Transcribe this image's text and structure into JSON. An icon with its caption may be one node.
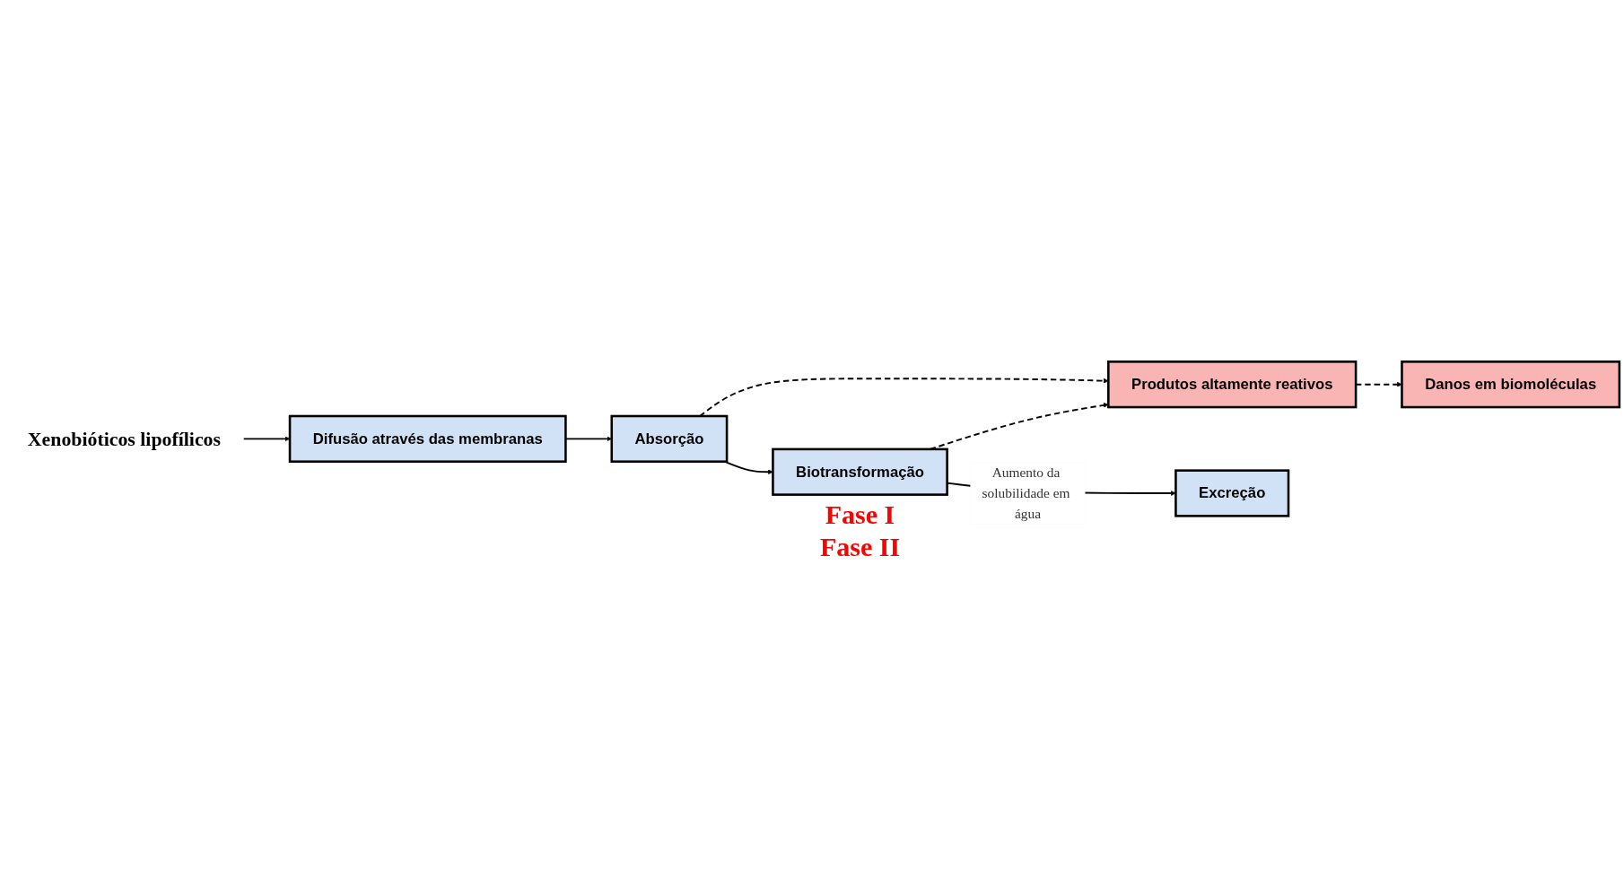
{
  "diagram": {
    "nodes": [
      {
        "text": [
          "Xenobióticos lipofílicos"
        ]
      },
      {
        "text": [
          "Difusão através das membranas"
        ]
      },
      {
        "text": [
          "Absorção"
        ]
      },
      {
        "text": [
          "Biotransformação"
        ],
        "beside": [
          "Fase I",
          "Fase II"
        ]
      },
      {
        "text": [
          "Produtos altamente reativos"
        ]
      },
      {
        "text": [
          "Danos em biomoléculas"
        ]
      },
      {
        "text": [
          "Excreção"
        ]
      }
    ],
    "edges": [
      {
        "from": 0,
        "to": 1,
        "arrow": "to"
      },
      {
        "from": 1,
        "to": 2,
        "arrow": "to"
      },
      {
        "from": 2,
        "to": 3,
        "arrow": "to"
      },
      {
        "from": 2,
        "to": 4,
        "arrow": "to",
        "style": "dashed"
      },
      {
        "from": 3,
        "to": 4,
        "arrow": "to",
        "style": "dashed"
      },
      {
        "from": 4,
        "to": 5,
        "arrow": "to",
        "style": "dashed"
      },
      {
        "from": 3,
        "to": 6,
        "arrow": "to",
        "label": "Aumento da solubilidade em água"
      }
    ]
  }
}
